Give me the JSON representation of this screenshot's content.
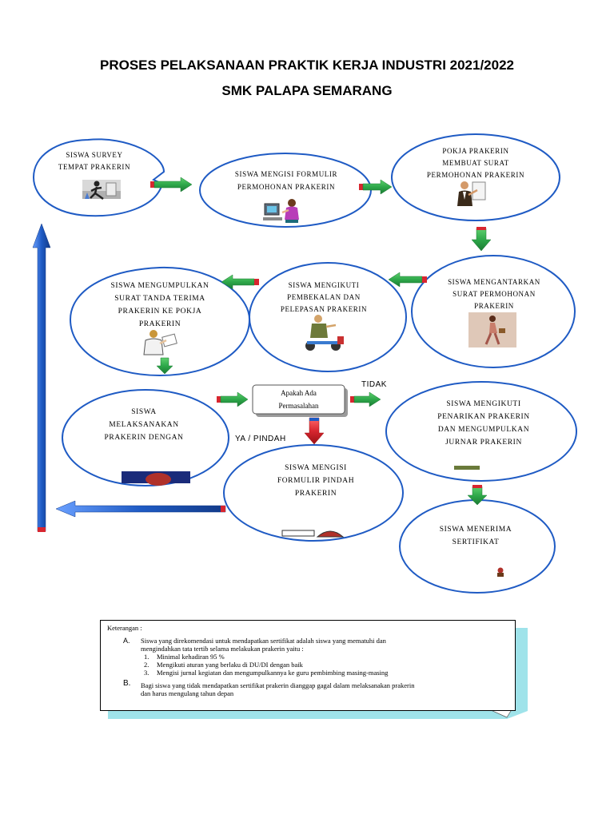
{
  "title": {
    "line1": "PROSES PELAKSANAAN PRAKTIK KERJA INDUSTRI 2021/2022",
    "line2": "SMK PALAPA SEMARANG"
  },
  "nodes": {
    "survey": "SISWA SURVEY\nTEMPAT PRAKERIN",
    "formulir": "SISWA MENGISI FORMULIR\nPERMOHONAN PRAKERIN",
    "pokja": "POKJA PRAKERIN\nMEMBUAT SURAT\nPERMOHONAN PRAKERIN",
    "mengantarkan": "SISWA MENGANTARKAN\nSURAT PERMOHONAN\nPRAKERIN",
    "pembekalan": "SISWA MENGIKUTI\nPEMBEKALAN DAN\nPELEPASAN PRAKERIN",
    "mengumpulkan": "SISWA MENGUMPULKAN\nSURAT TANDA TERIMA\nPRAKERIN KE POKJA\nPRAKERIN",
    "melaksanakan": "SISWA\nMELAKSANAKAN\nPRAKERIN DENGAN",
    "decision": "Apakah Ada\nPermasalahan",
    "penarikan": "SISWA MENGIKUTI\nPENARIKAN PRAKERIN\nDAN MENGUMPULKAN\nJURNAR PRAKERIN",
    "pindah": "SISWA MENGISI\nFORMULIR PINDAH\nPRAKERIN",
    "sertifikat": "SISWA MENERIMA\nSERTIFIKAT"
  },
  "labels": {
    "tidak": "TIDAK",
    "ya": "YA / PINDAH"
  },
  "notes": {
    "header": "Keterangan :",
    "a_marker": "A.",
    "a_text_1": "Siswa yang direkomendasi untuk mendapatkan sertifikat adalah siswa yang mematuhi dan",
    "a_text_2": "mengindahkan tata tertib selama melakukan prakerin yaitu :",
    "items": [
      {
        "num": "1.",
        "text": "Minimal kehadiran 95 %"
      },
      {
        "num": "2.",
        "text": "Mengikuti aturan yang berlaku di DU/DI dengan baik"
      },
      {
        "num": "3.",
        "text": "Mengisi jurnal kegiatan dan mengumpulkannya ke guru pembimbing masing-masing"
      }
    ],
    "b_marker": "B.",
    "b_text_1": "Bagi siswa yang tidak mendapatkan sertifikat prakerin dianggap gagal dalam melaksanakan prakerin",
    "b_text_2": "dan harus mengulang tahun depan"
  },
  "colors": {
    "ellipse_stroke": "#1f5bc4",
    "arrow_green": "#2ea84a",
    "arrow_red": "#d8262f",
    "arrow_blue": "#1f5bc4",
    "note_shadow": "#9fe3ea"
  },
  "icons": [
    "running-person-icon",
    "computer-user-icon",
    "office-worker-icon",
    "walking-woman-icon",
    "courier-scooter-icon",
    "secretary-papers-icon",
    "partial-figure-icon",
    "small-figure-icon"
  ]
}
